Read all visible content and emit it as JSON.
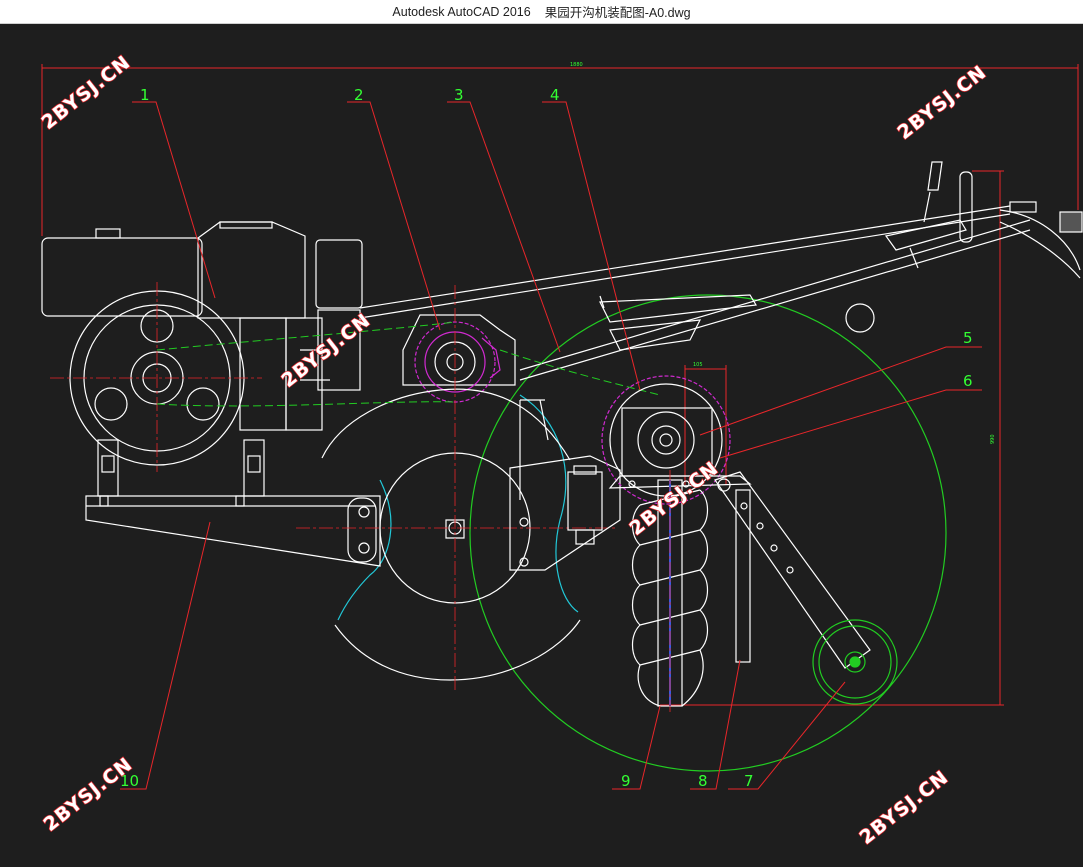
{
  "window": {
    "app_title": "Autodesk AutoCAD 2016",
    "file_name": "果园开沟机装配图-A0.dwg"
  },
  "drawing": {
    "callouts": [
      "1",
      "2",
      "3",
      "4",
      "5",
      "6",
      "7",
      "8",
      "9",
      "10"
    ],
    "dimensions": {
      "overall_length": "1880",
      "height": "990",
      "offset": "105"
    },
    "watermark": "2BYSJ.CN"
  },
  "colors": {
    "background": "#1e1e1e",
    "linework": "#ffffff",
    "leader": "#e8262a",
    "callout_text": "#33ff33",
    "green_circle": "#22cc22",
    "cyan_curve": "#22c8d8",
    "magenta": "#d02ad0",
    "blue": "#3a5adc"
  }
}
